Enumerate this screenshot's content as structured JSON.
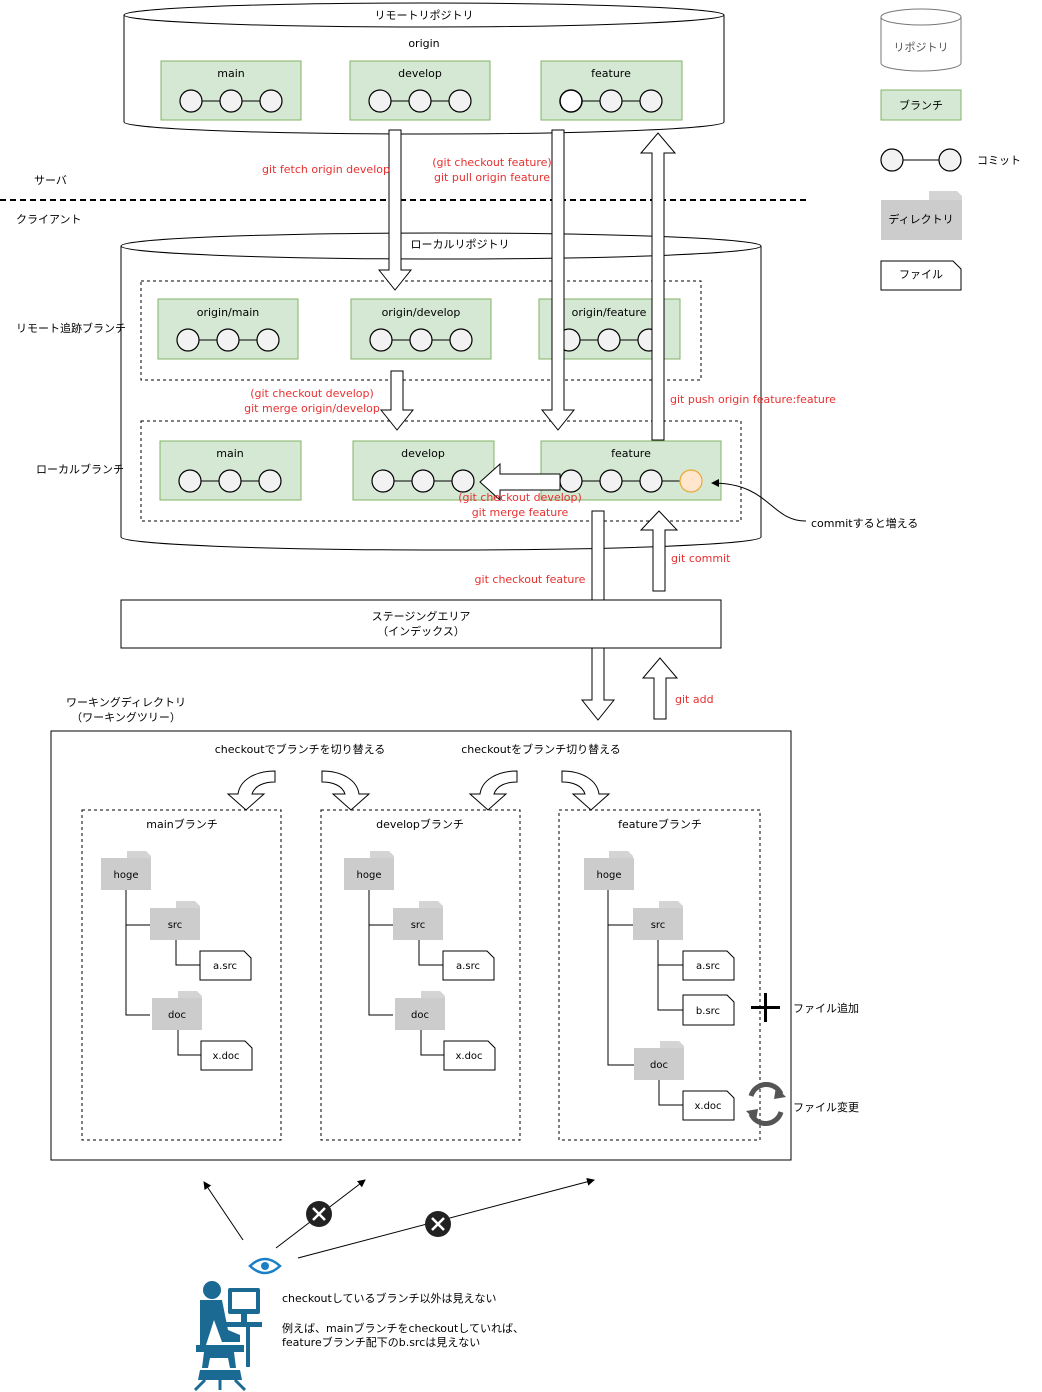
{
  "remote": {
    "title": "リモートリポジトリ",
    "name": "origin",
    "branches": [
      "main",
      "develop",
      "feature"
    ]
  },
  "labels": {
    "server": "サーバ",
    "client": "クライアント"
  },
  "local": {
    "title": "ローカルリポジトリ",
    "tracking_label": "リモート追跡ブランチ",
    "local_label": "ローカルブランチ",
    "tracking_branches": [
      "origin/main",
      "origin/develop",
      "origin/feature"
    ],
    "local_branches": [
      "main",
      "develop",
      "feature"
    ]
  },
  "commands": {
    "fetch": "git fetch origin develop",
    "checkout_feature_paren": "(git checkout feature)",
    "pull_feature": "git pull origin feature",
    "checkout_develop_paren": "(git checkout develop)",
    "merge_origin_develop": "git merge origin/develop",
    "push": "git push origin feature:feature",
    "checkout_develop_paren2": "(git checkout develop)",
    "merge_feature": "git merge feature",
    "commit": "git commit",
    "checkout_feature": "git checkout feature",
    "add": "git add"
  },
  "commit_note": "commitすると増える",
  "staging": {
    "line1": "ステージングエリア",
    "line2": "（インデックス）"
  },
  "working": {
    "line1": "ワーキングディレクトリ",
    "line2": "（ワーキングツリー）",
    "switch1": "checkoutでブランチを切り替える",
    "switch2": "checkoutをブランチ切り替える",
    "panels": [
      {
        "title": "mainブランチ",
        "root": "hoge",
        "dir1": "src",
        "file1": "a.src",
        "dir2": "doc",
        "file3": "x.doc"
      },
      {
        "title": "developブランチ",
        "root": "hoge",
        "dir1": "src",
        "file1": "a.src",
        "dir2": "doc",
        "file3": "x.doc"
      },
      {
        "title": "featureブランチ",
        "root": "hoge",
        "dir1": "src",
        "file1": "a.src",
        "file2": "b.src",
        "dir2": "doc",
        "file3": "x.doc"
      }
    ],
    "add_note": "ファイル追加",
    "change_note": "ファイル変更"
  },
  "bottom": {
    "note1": "checkoutしているブランチ以外は見えない",
    "note2": "例えば、mainブランチをcheckoutしていれば、",
    "note3": "featureブランチ配下のb.srcは見えない"
  },
  "legend": {
    "repo": "リポジトリ",
    "branch": "ブランチ",
    "commit": "コミット",
    "directory": "ディレクトリ",
    "file": "ファイル"
  },
  "colors": {
    "command": "#e83030",
    "branch_fill": "#d5e8d4",
    "branch_stroke": "#82b366",
    "new_commit": "#ffe6cc"
  }
}
